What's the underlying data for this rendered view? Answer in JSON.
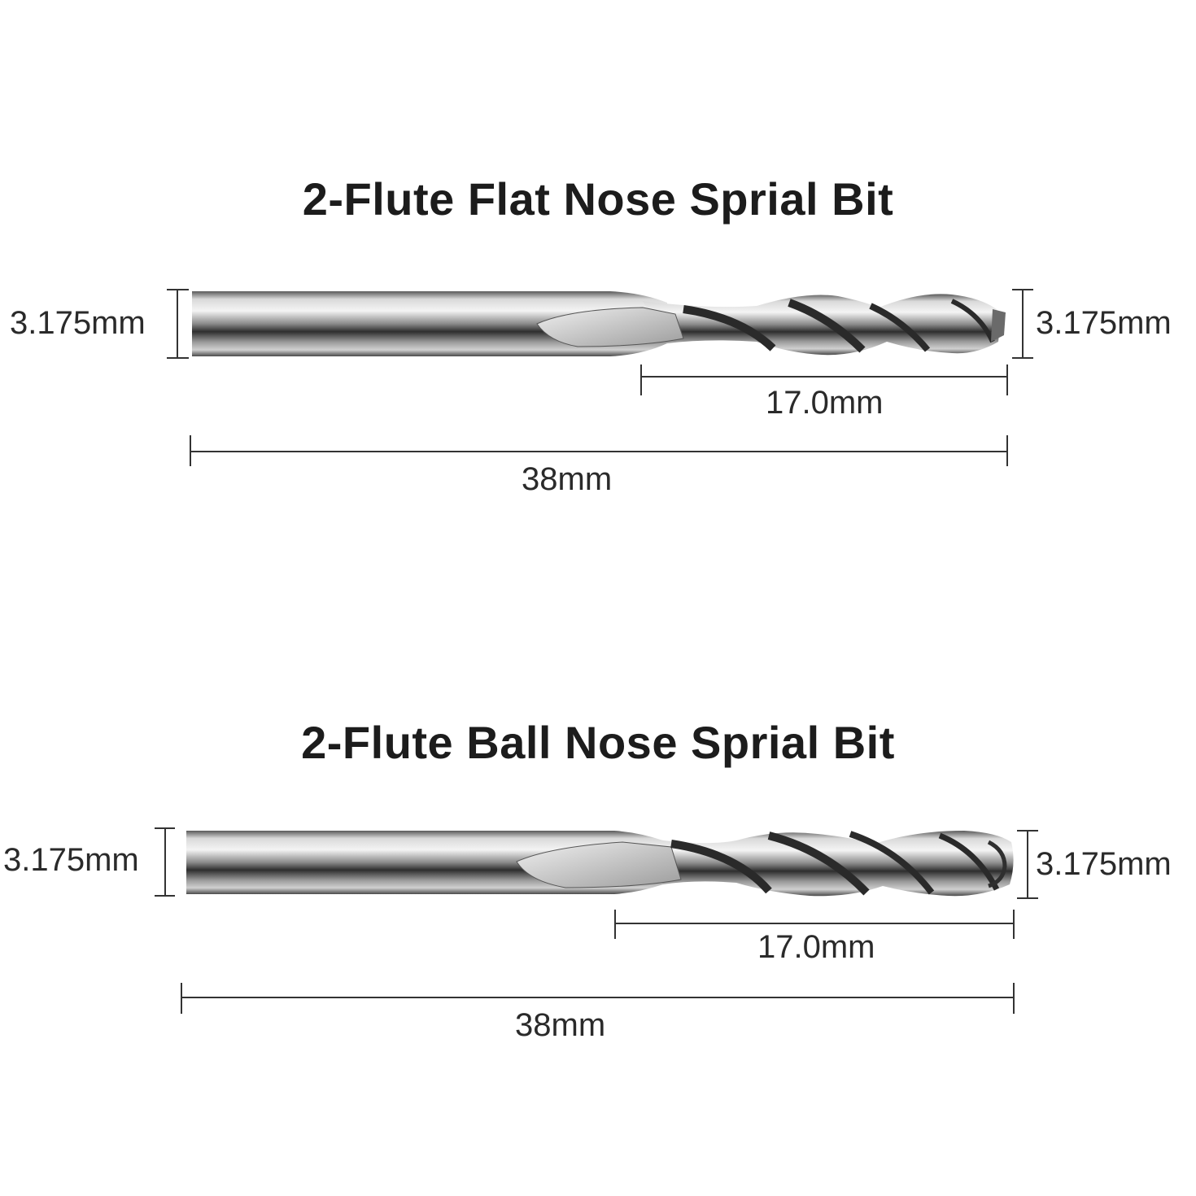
{
  "colors": {
    "background": "#ffffff",
    "text": "#222222",
    "dimension_line": "#333333",
    "steel_dark": "#3a3a3a",
    "steel_light": "#e8e8e8"
  },
  "bits": [
    {
      "title": "2-Flute Flat Nose Sprial Bit",
      "shank_diameter": "3.175mm",
      "cutting_diameter": "3.175mm",
      "flute_length": "17.0mm",
      "overall_length": "38mm"
    },
    {
      "title": "2-Flute Ball Nose Sprial Bit",
      "shank_diameter": "3.175mm",
      "cutting_diameter": "3.175mm",
      "flute_length": "17.0mm",
      "overall_length": "38mm"
    }
  ]
}
